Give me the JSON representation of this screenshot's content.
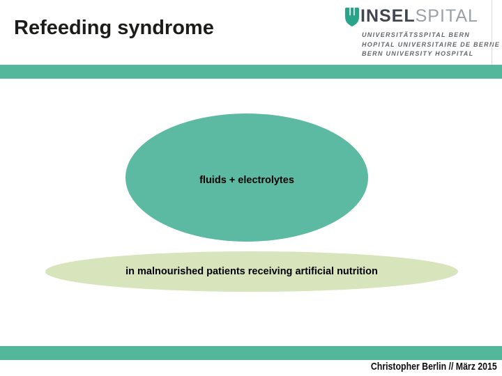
{
  "slide": {
    "title": "Refeeding syndrome",
    "footer": "Christopher Berlin // März 2015"
  },
  "logo": {
    "icon": "inselspital-leaf-icon",
    "icon_color": "#2aa38b",
    "wordmark_bold": "INSEL",
    "wordmark_light": "SPITAL",
    "sublines": [
      "UNIVERSITÄTSSPITAL BERN",
      "HOPITAL UNIVERSITAIRE DE BERNE",
      "BERN UNIVERSITY HOSPITAL"
    ]
  },
  "diagram": {
    "main_ellipse": {
      "label": "fluids + electrolytes",
      "fill": "#5bbaa1"
    },
    "wide_ellipse": {
      "label": "in malnourished patients receiving artificial nutrition",
      "fill": "#d8e4bb"
    }
  },
  "colors": {
    "accent_bar": "#53b79b",
    "title_text": "#1c1c1a",
    "wordmark_bold": "#3f4650",
    "wordmark_light": "#9aa1a7",
    "subline_text": "#63676b"
  }
}
